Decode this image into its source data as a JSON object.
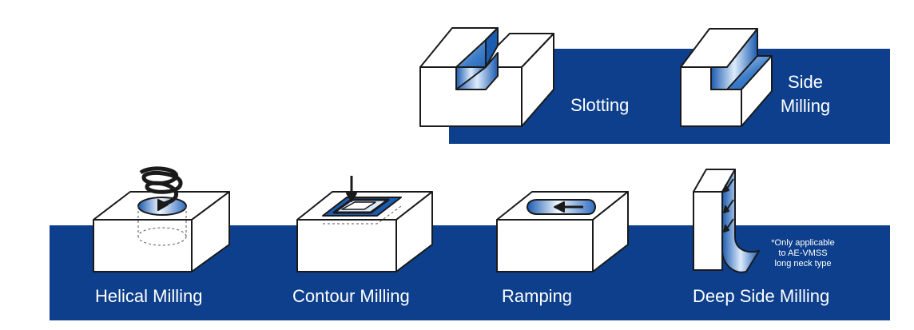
{
  "colors": {
    "band": "#0d3f8c",
    "groove_dark": "#1b5bb0",
    "groove_light": "#dcebfb",
    "block_face": "#ffffff",
    "outline": "#1a1a1a"
  },
  "operations": {
    "slotting": {
      "label": "Slotting",
      "icon": "slotting-block-icon"
    },
    "side_milling": {
      "label_line1": "Side",
      "label_line2": "Milling",
      "icon": "side-milling-block-icon"
    },
    "helical_milling": {
      "label": "Helical Milling",
      "icon": "helical-milling-block-icon"
    },
    "contour_milling": {
      "label": "Contour Milling",
      "icon": "contour-milling-block-icon"
    },
    "ramping": {
      "label": "Ramping",
      "icon": "ramping-block-icon"
    },
    "deep_side_milling": {
      "label": "Deep Side Milling",
      "icon": "deep-side-milling-block-icon",
      "note_line1": "*Only applicable",
      "note_line2": "to AE-VMSS",
      "note_line3": "long neck type"
    }
  }
}
